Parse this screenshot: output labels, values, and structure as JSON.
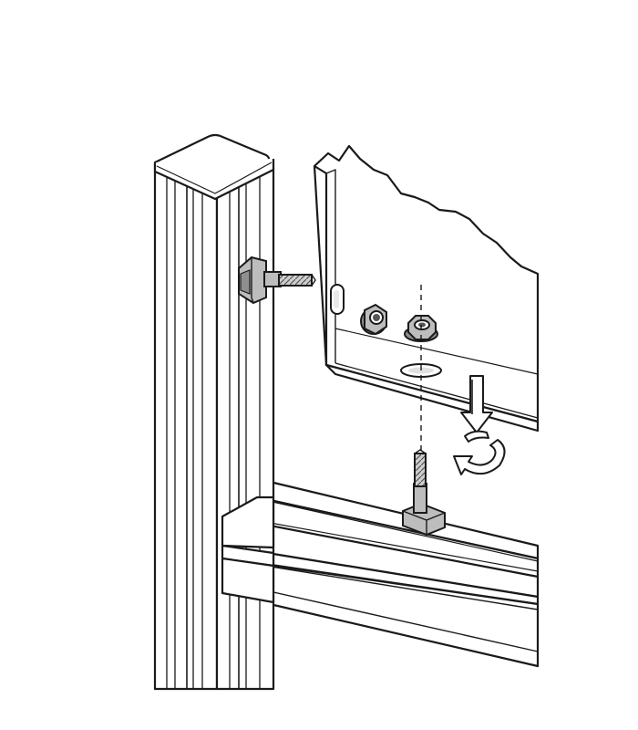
{
  "figure": {
    "kind": "assembly-instruction-line-drawing",
    "text_labels": [],
    "colors": {
      "background": "#ffffff",
      "line": "#1a1a1a",
      "hardware_fill": "#bdbdbd",
      "hardware_shadow": "#8f8f8f",
      "highlight": "#f2f2f2"
    },
    "parts": [
      "vertical-aluminium-post",
      "post-end-cap",
      "horizontal-aluminium-rail",
      "sheet-metal-panel",
      "t-slot-bolt-on-post",
      "t-slot-bolt-on-rail",
      "flange-nut-mounted",
      "flange-nut-loose",
      "slotted-hole-side",
      "slotted-hole-bottom",
      "down-arrow",
      "rotation-arrow",
      "dashed-alignment-line"
    ]
  }
}
